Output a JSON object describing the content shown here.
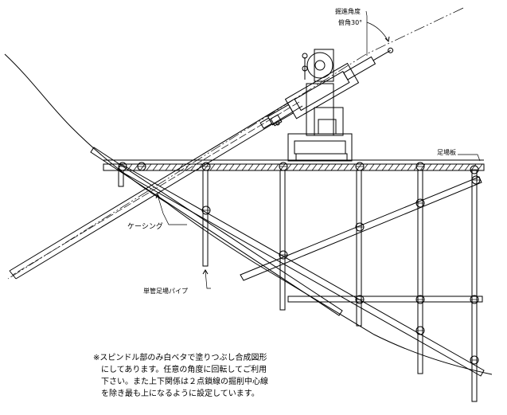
{
  "labels": {
    "angle_title": "掘進角度",
    "angle_value": "俯角30°",
    "scaffold_board": "足場板",
    "casing": "ケーシング",
    "pipe": "単管足場パイプ"
  },
  "note": {
    "line1": "※スピンドル部のみ白ベタで塗りつぶし合成図形",
    "line2": "にしてあります。任意の角度に回転してご利用",
    "line3": "下さい。また上下関係は２点鎖線の掘削中心線",
    "line4": "を除き最も上になるように設定しています。"
  }
}
